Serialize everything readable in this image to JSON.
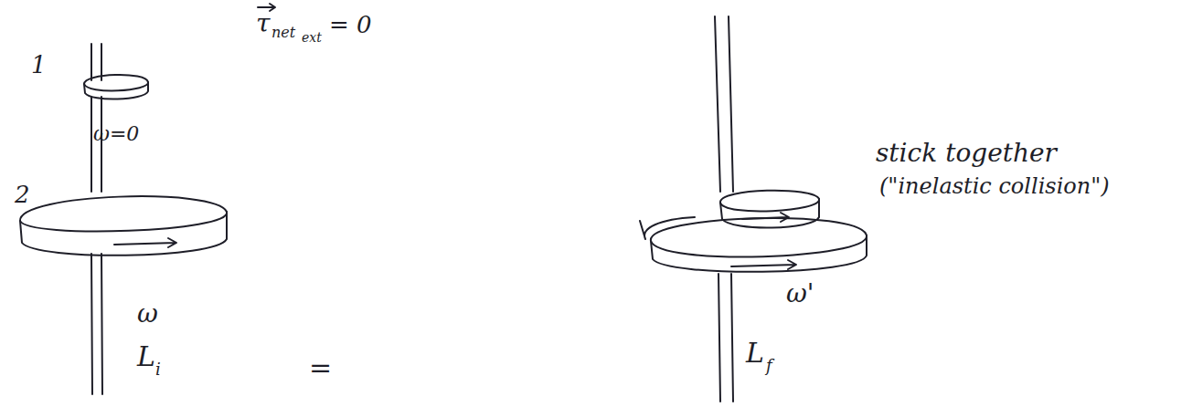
{
  "diagram": {
    "labels": [
      "τ",
      "net",
      "ext",
      "= 0",
      "1",
      "ω=0",
      "2",
      "ω",
      "L",
      "i",
      "=",
      "stick together",
      "(\"inelastic collision\")",
      "ω'",
      "L",
      "f"
    ]
  }
}
